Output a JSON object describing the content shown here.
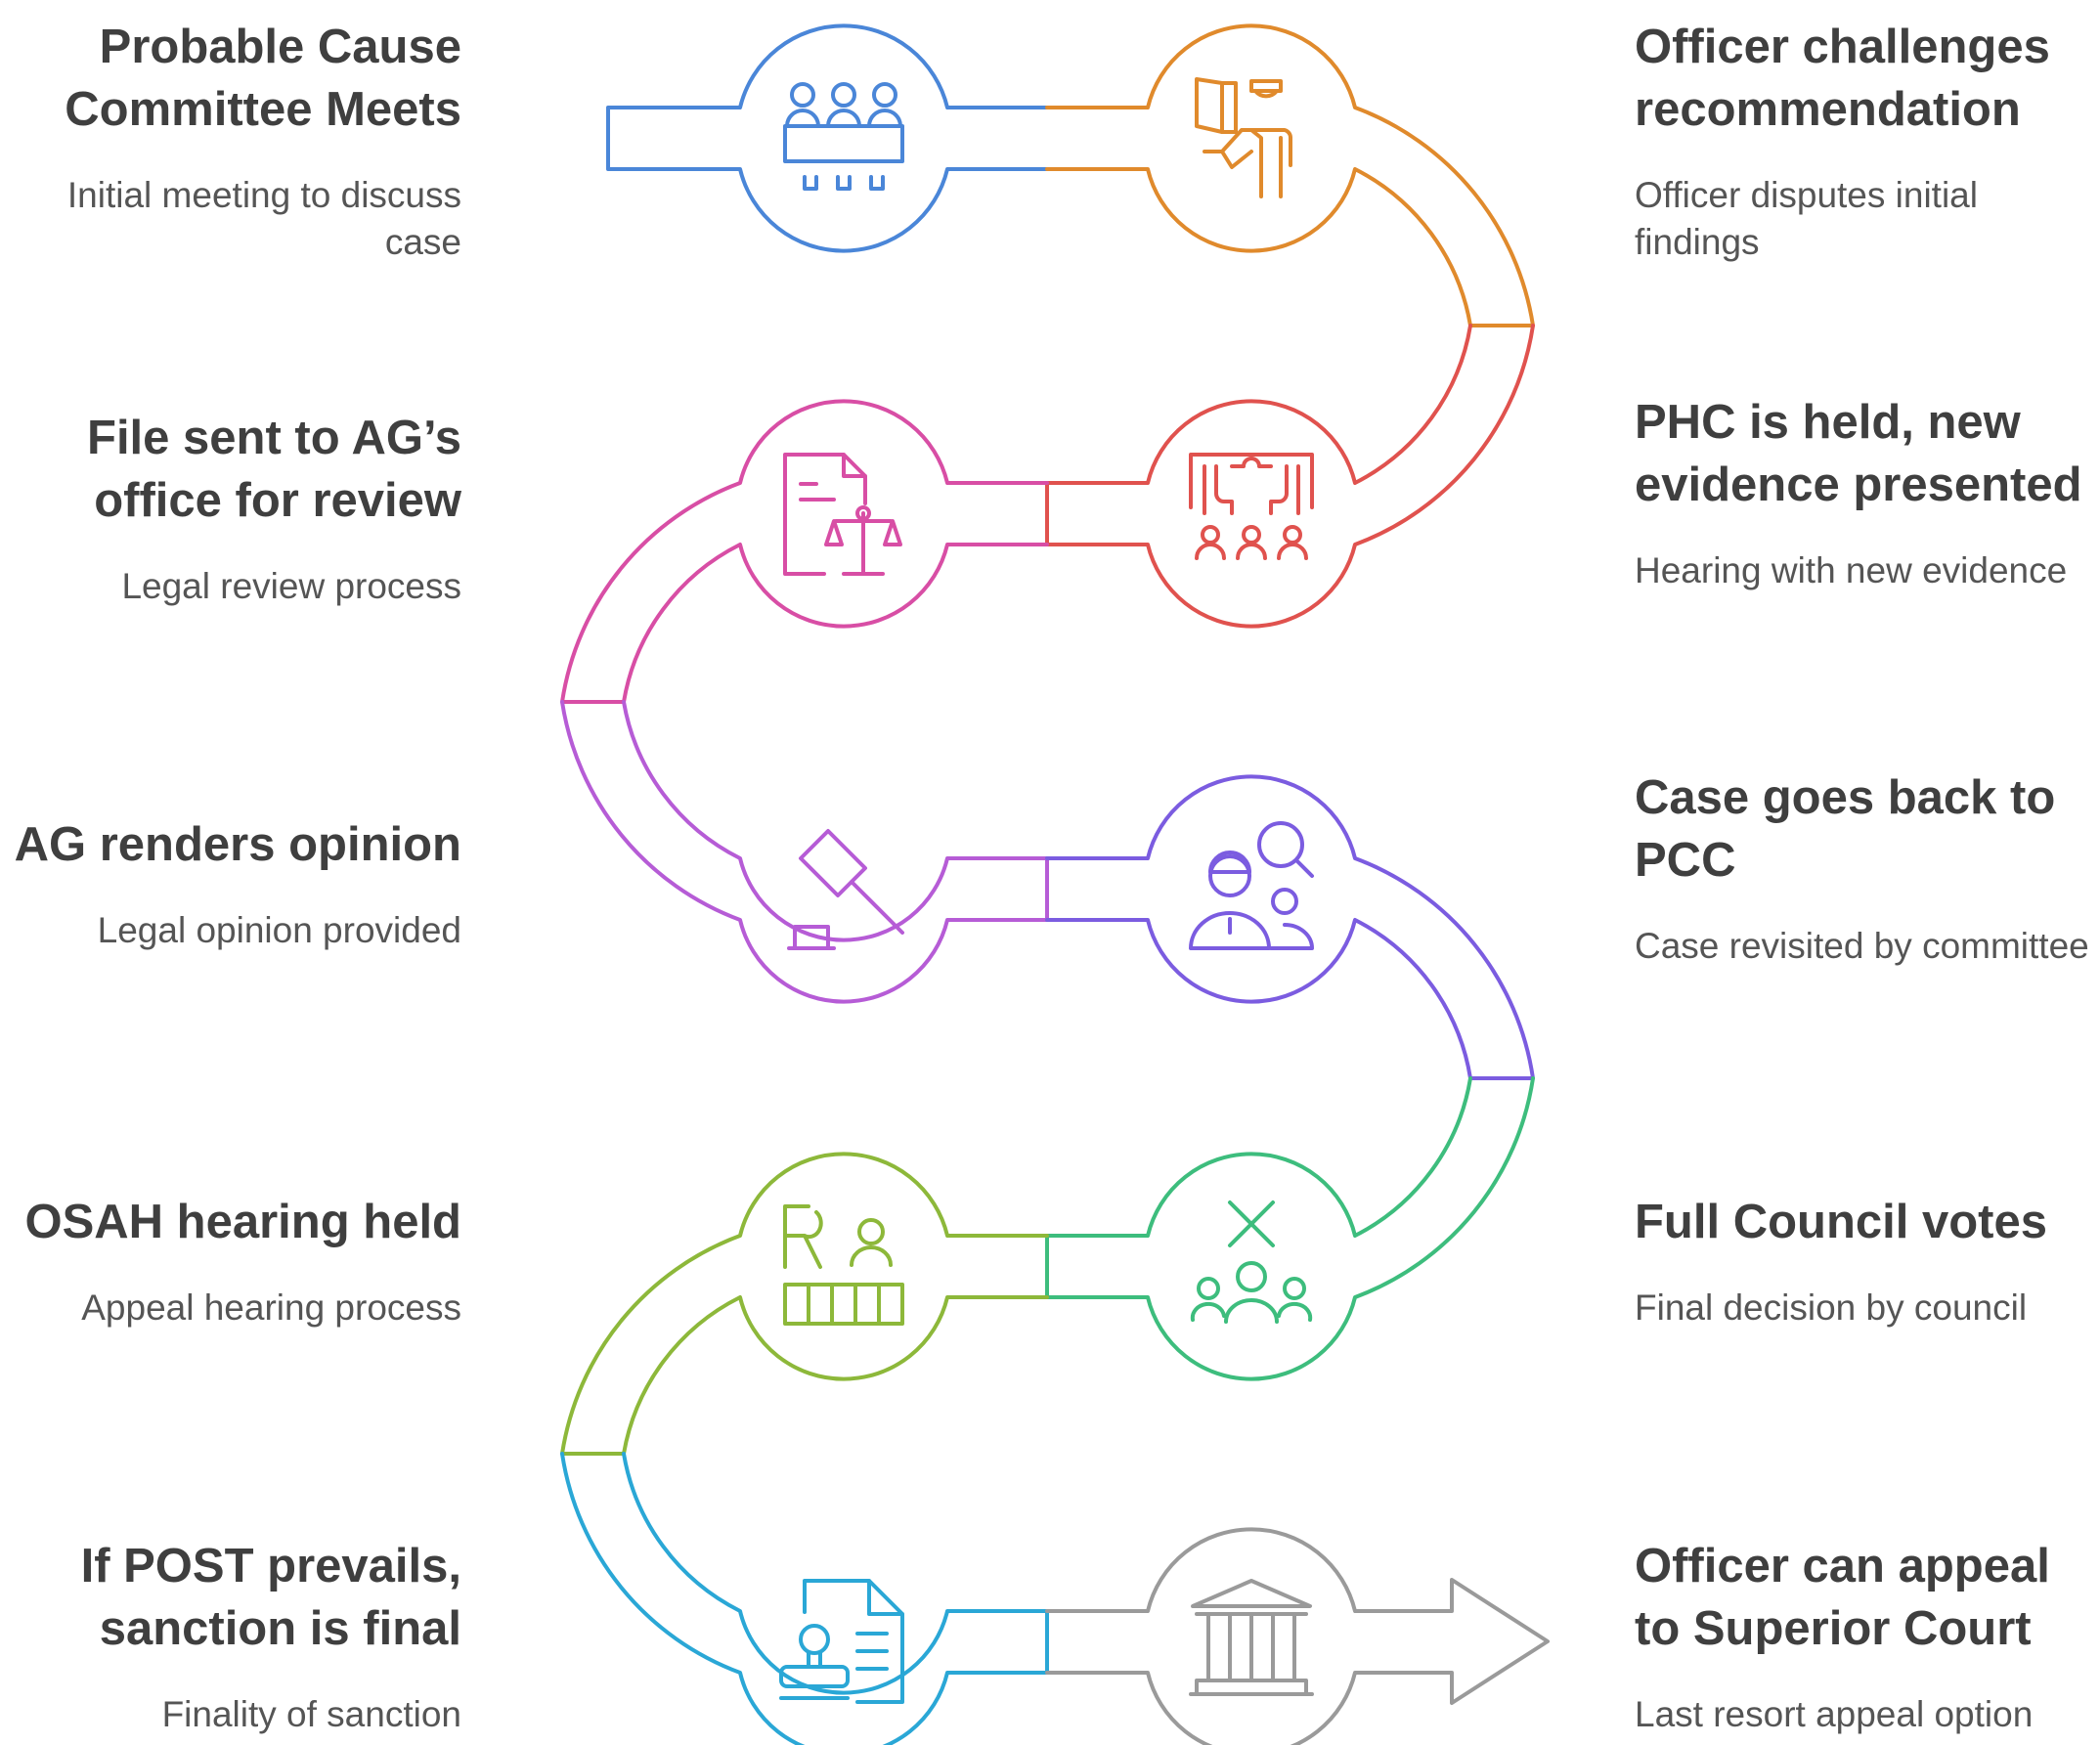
{
  "colors": {
    "blue": "#4a86d8",
    "orange": "#e08a2c",
    "red": "#e0524e",
    "pink": "#d84ea5",
    "purple": "#b65cd6",
    "violet": "#7b5ce0",
    "green": "#3dbd7d",
    "lime": "#8db83a",
    "cyan": "#2aa7d6",
    "gray": "#9a9a9a",
    "title_text": "#3f3f3f",
    "desc_text": "#555555"
  },
  "steps": [
    {
      "id": "probable-cause-committee",
      "title": "Probable Cause Committee Meets",
      "desc": "Initial meeting to discuss case",
      "icon": "committee-icon",
      "color": "blue"
    },
    {
      "id": "officer-challenges",
      "title": "Officer challenges recommendation",
      "desc": "Officer disputes initial findings",
      "icon": "officer-challenge-icon",
      "color": "orange"
    },
    {
      "id": "phc-held",
      "title": "PHC is held, new evidence presented",
      "desc": "Hearing with new evidence",
      "icon": "hearing-room-icon",
      "color": "red"
    },
    {
      "id": "file-sent-ag",
      "title": "File sent to AG’s office for review",
      "desc": "Legal review process",
      "icon": "legal-document-icon",
      "color": "pink"
    },
    {
      "id": "ag-opinion",
      "title": "AG renders opinion",
      "desc": "Legal opinion provided",
      "icon": "gavel-icon",
      "color": "purple"
    },
    {
      "id": "back-to-pcc",
      "title": "Case goes back to PCC",
      "desc": "Case revisited by committee",
      "icon": "review-people-icon",
      "color": "violet"
    },
    {
      "id": "full-council",
      "title": "Full Council votes",
      "desc": "Final decision by council",
      "icon": "vote-icon",
      "color": "green"
    },
    {
      "id": "osah-hearing",
      "title": "OSAH hearing held",
      "desc": "Appeal hearing process",
      "icon": "courtroom-icon",
      "color": "lime"
    },
    {
      "id": "post-prevails",
      "title": "If POST prevails, sanction is final",
      "desc": "Finality of sanction",
      "icon": "stamp-document-icon",
      "color": "cyan"
    },
    {
      "id": "superior-court",
      "title": "Officer can appeal to Superior Court",
      "desc": "Last resort appeal option",
      "icon": "courthouse-icon",
      "color": "gray"
    }
  ]
}
